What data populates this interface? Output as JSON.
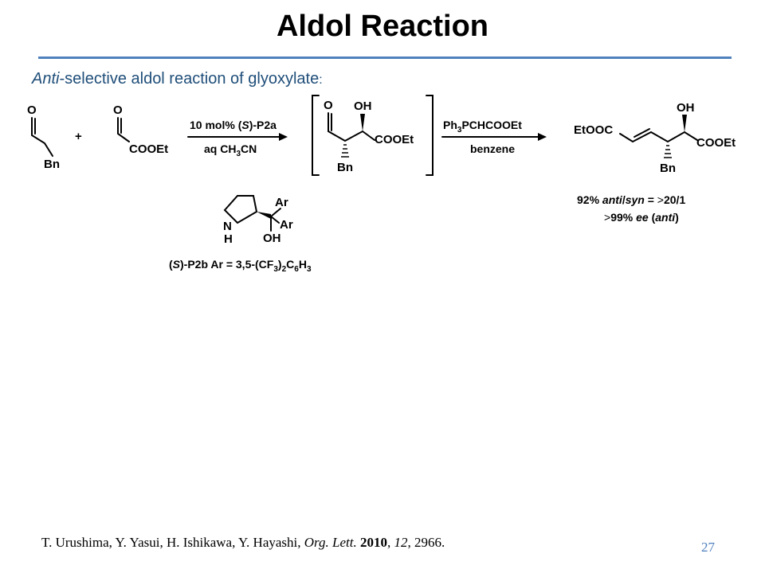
{
  "title": "Aldol Reaction",
  "subtitle": {
    "italic": "Anti",
    "rest": "-selective aldol reaction of glyoxylate",
    "colon": ":"
  },
  "scheme": {
    "aldehyde_O": "O",
    "aldehyde_Bn": "Bn",
    "plus": "+",
    "glyoxylate_O": "O",
    "glyoxylate_COOEt": "COOEt",
    "step1_reagent": {
      "pre": "10 mol% (",
      "s": "S",
      "post": ")-P2a"
    },
    "step1_solvent": {
      "pre": "aq CH",
      "sub1": "3",
      "post": "CN"
    },
    "intermediate_O": "O",
    "intermediate_OH": "OH",
    "intermediate_COOEt": "COOEt",
    "intermediate_Bn": "Bn",
    "step2_reagent": {
      "pre": "Ph",
      "sub1": "3",
      "post": "PCHCOOEt"
    },
    "step2_solvent": "benzene",
    "product_EtOOC": "EtOOC",
    "product_OH": "OH",
    "product_COOEt": "COOEt",
    "product_Bn": "Bn",
    "result_line1": {
      "pre": "92% ",
      "anti": "anti",
      "slash": "/",
      "syn": "syn",
      "post": " = ",
      "gt": ">",
      "ratio": "20/1"
    },
    "result_line2": {
      "gt": ">",
      "pre": "99% ",
      "ee": "ee",
      "mid": " (",
      "anti": "anti",
      "post": ")"
    },
    "catalyst_N": "N",
    "catalyst_H": "H",
    "catalyst_Ar1": "Ar",
    "catalyst_Ar2": "Ar",
    "catalyst_OH": "OH",
    "catalyst_label": {
      "pre": "(",
      "s": "S",
      "mid": ")-P2b Ar = 3,5-(CF",
      "sub1": "3",
      "mid2": ")",
      "sub2": "2",
      "mid3": "C",
      "sub3": "6",
      "mid4": "H",
      "sub4": "3"
    }
  },
  "reference": {
    "authors": "T. Urushima, Y. Yasui, H. Ishikawa, Y. Hayashi, ",
    "journal": "Org. Lett.",
    "sep1": " ",
    "year": "2010",
    "sep2": ", ",
    "volume": "12",
    "pages": ", 2966."
  },
  "page_number": "27"
}
